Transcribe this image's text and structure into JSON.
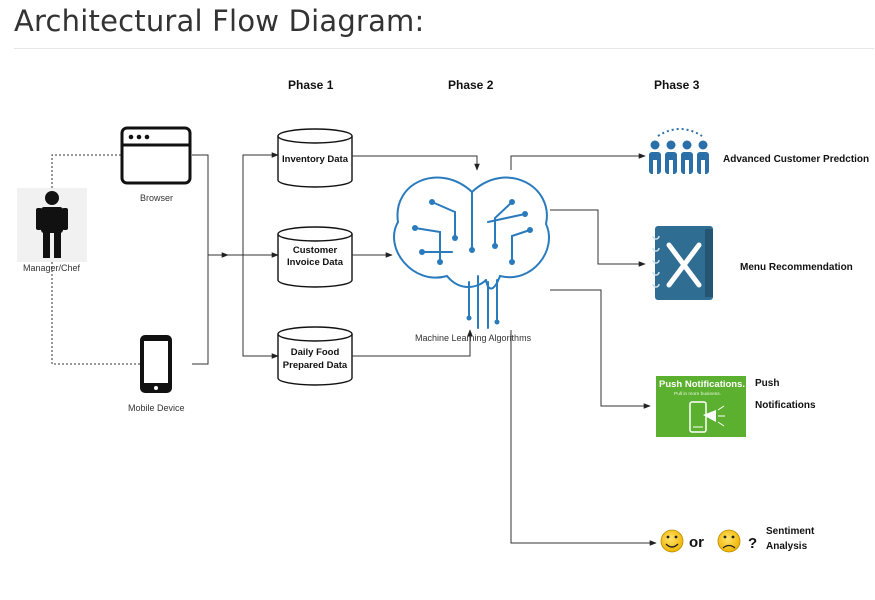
{
  "title": "Architectural Flow Diagram:",
  "phases": [
    "Phase 1",
    "Phase 2",
    "Phase 3"
  ],
  "actor": {
    "label": "Manager/Chef"
  },
  "devices": {
    "browser": "Browser",
    "mobile": "Mobile Device"
  },
  "data_stores": {
    "inventory": [
      "Inventory Data"
    ],
    "invoice": [
      "Customer",
      "Invoice Data"
    ],
    "daily_food": [
      "Daily Food",
      "Prepared Data"
    ]
  },
  "ml_label": "Machine Learning Algorithms",
  "outputs": {
    "customer_prediction": "Advanced Customer Predction",
    "menu_recommendation": "Menu Recommendation",
    "push_title": "Push Notifications.",
    "push_subtitle": "Pull in more business.",
    "push_label": [
      "Push",
      "Notifications"
    ],
    "sentiment_or": "or",
    "sentiment_q": "?",
    "sentiment_label": [
      "Sentiment",
      "Analysis"
    ]
  },
  "colors": {
    "brain": "#2a7bbd",
    "people": "#2a6fa8",
    "menu": "#2f6d93",
    "push_green": "#5bb12f",
    "emoji": "#f5c518"
  },
  "icons": [
    "person-icon",
    "browser-window-icon",
    "mobile-phone-icon",
    "database-cylinder-icon",
    "brain-circuit-icon",
    "customer-group-icon",
    "menu-book-icon",
    "push-notification-icon",
    "happy-face-icon",
    "sad-face-icon"
  ]
}
